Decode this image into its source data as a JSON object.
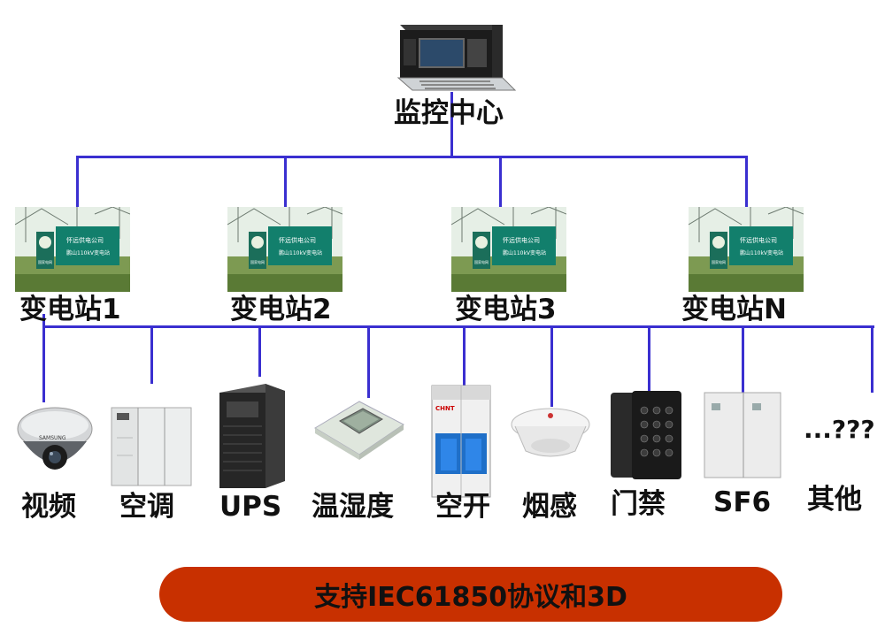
{
  "center": {
    "label": "监控中心"
  },
  "stations": [
    {
      "label": "变电站1",
      "sign_title": "怀远供电公司",
      "sign_sub": "鹏山110kV变电站",
      "logo_text": "国家电网"
    },
    {
      "label": "变电站2",
      "sign_title": "怀远供电公司",
      "sign_sub": "鹏山110kV变电站",
      "logo_text": "国家电网"
    },
    {
      "label": "变电站3",
      "sign_title": "怀远供电公司",
      "sign_sub": "鹏山110kV变电站",
      "logo_text": "国家电网"
    },
    {
      "label": "变电站N",
      "sign_title": "怀远供电公司",
      "sign_sub": "鹏山110kV变电站",
      "logo_text": "国家电网"
    }
  ],
  "devices": {
    "video": "视频",
    "ac": "空调",
    "ups": "UPS",
    "humidity": "温湿度",
    "breaker": "空开",
    "smoke": "烟感",
    "access": "门禁",
    "sf6": "SF6",
    "other": "其他",
    "other_marks": "...???"
  },
  "logos": {
    "camera_brand": "SAMSUNG",
    "breaker_brand": "CHNT"
  },
  "banner": "支持IEC61850协议和3D",
  "colors": {
    "line": "#3a2fd0",
    "banner": "#c83000"
  }
}
